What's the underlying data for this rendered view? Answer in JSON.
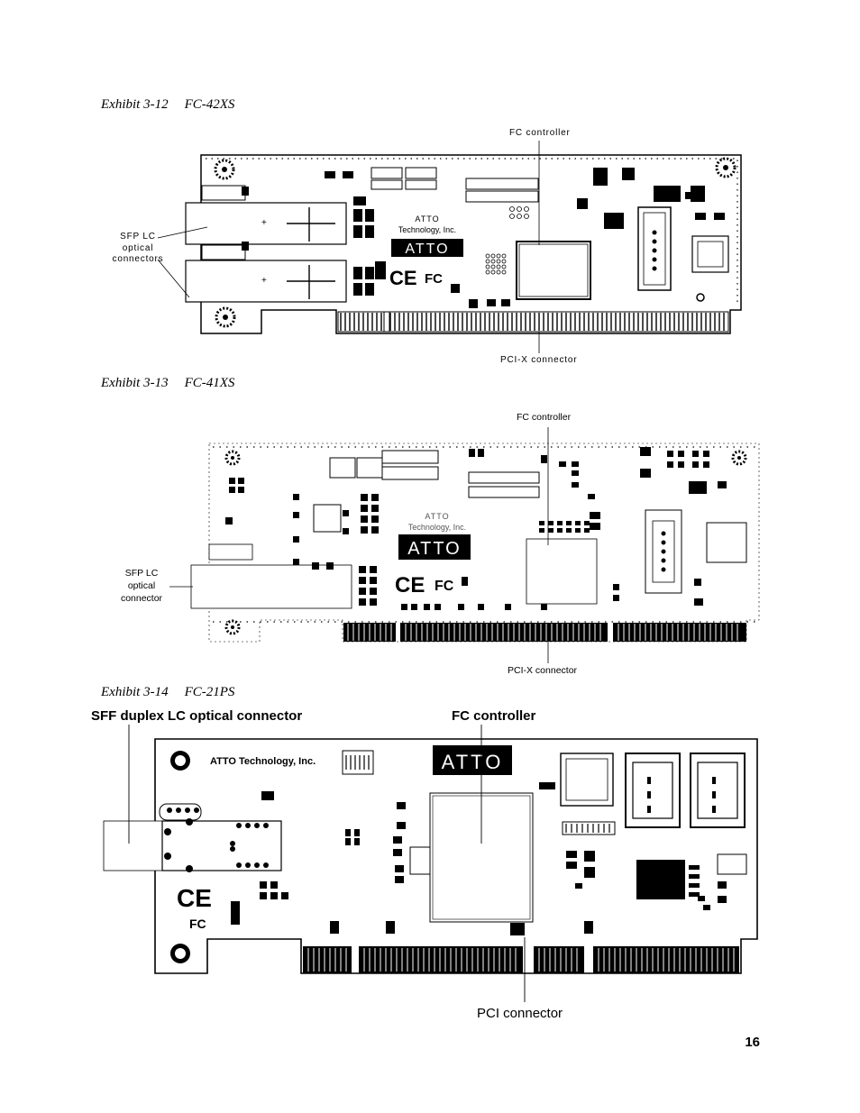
{
  "page_number": "16",
  "exhibits": [
    {
      "caption_id": "Exhibit 3-12",
      "caption_model": "FC-42XS",
      "labels": {
        "fc_controller": "FC controller",
        "sfp": [
          "SFP LC",
          "optical",
          "connectors"
        ],
        "pci": "PCI-X connector"
      },
      "silkscreen": {
        "company": [
          "ATTO",
          "Technology, Inc."
        ],
        "logo": "ATTO",
        "marks": [
          "CE",
          "FC"
        ]
      }
    },
    {
      "caption_id": "Exhibit 3-13",
      "caption_model": "FC-41XS",
      "labels": {
        "fc_controller": "FC controller",
        "sfp": [
          "SFP LC",
          "optical",
          "connector"
        ],
        "pci": "PCI-X connector"
      },
      "silkscreen": {
        "company": [
          "ATTO",
          "Technology, Inc."
        ],
        "logo": "ATTO",
        "marks": [
          "CE",
          "FC"
        ]
      }
    },
    {
      "caption_id": "Exhibit 3-14",
      "caption_model": "FC-21PS",
      "labels": {
        "sff": "SFF duplex LC optical connector",
        "fc_controller": "FC controller",
        "pci": "PCI connector"
      },
      "silkscreen": {
        "company": "ATTO Technology, Inc.",
        "logo": "ATTO",
        "marks": [
          "CE",
          "FC"
        ]
      }
    }
  ]
}
